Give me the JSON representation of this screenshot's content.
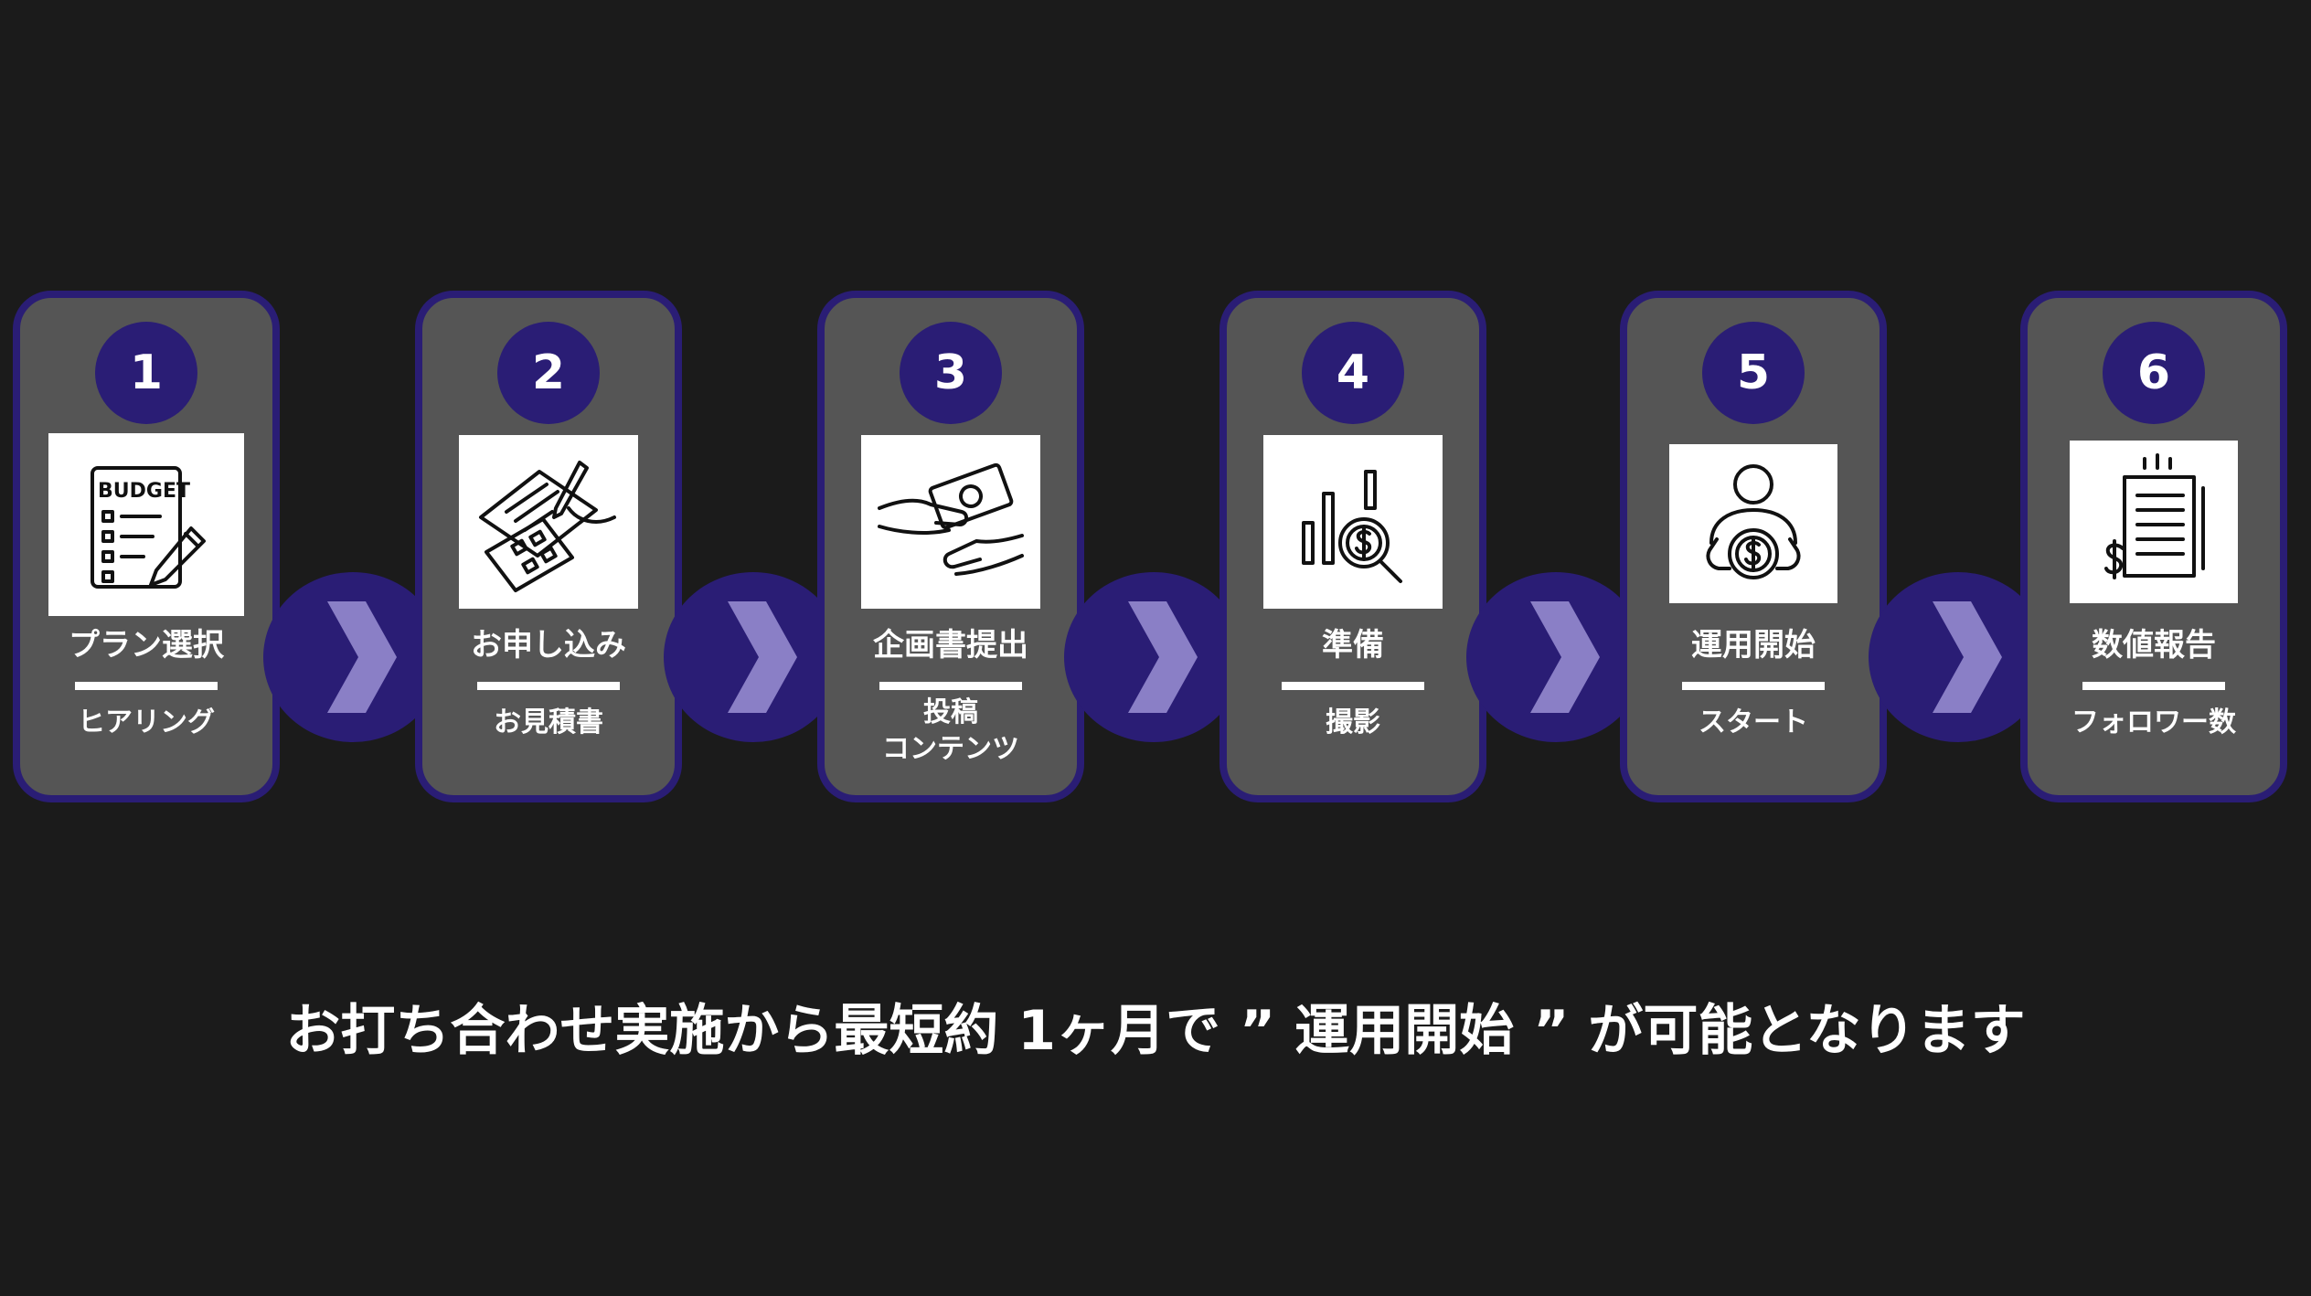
{
  "steps": [
    {
      "number": "1",
      "title": "プラン選択",
      "subtitle": "ヒアリング",
      "icon": "budget-checklist-icon",
      "icon_text": "BUDGET"
    },
    {
      "number": "2",
      "title": "お申し込み",
      "subtitle": "お見積書",
      "icon": "signing-document-calculator-icon"
    },
    {
      "number": "3",
      "title": "企画書提出",
      "subtitle": "投稿\nコンテンツ",
      "icon": "hand-payment-money-icon"
    },
    {
      "number": "4",
      "title": "準備",
      "subtitle": "撮影",
      "icon": "chart-magnifier-dollar-icon"
    },
    {
      "number": "5",
      "title": "運用開始",
      "subtitle": "スタート",
      "icon": "person-holding-coin-icon"
    },
    {
      "number": "6",
      "title": "数値報告",
      "subtitle": "フォロワー数",
      "icon": "receipt-report-icon"
    }
  ],
  "caption": "お打ち合わせ実施から最短約 1ヶ月で ” 運用開始 ” が可能となります",
  "colors": {
    "background": "#1b1b1b",
    "card": "#555555",
    "accent": "#2a1d75",
    "chevron": "#8a7fc6",
    "text": "#ffffff"
  }
}
